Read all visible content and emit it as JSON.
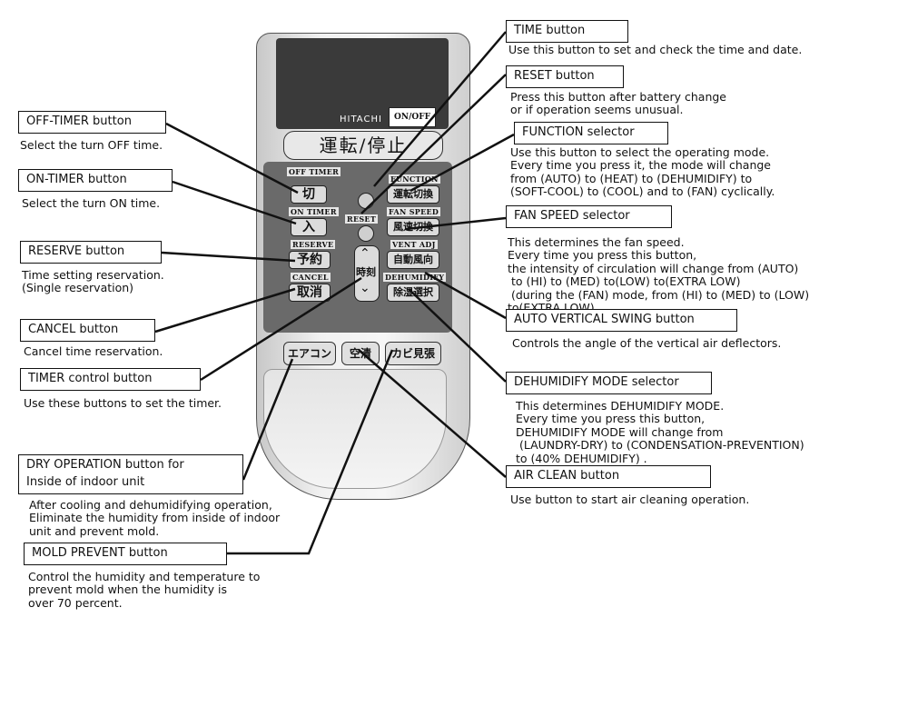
{
  "remote": {
    "brand": "HITACHI",
    "on_off": "ON/OFF",
    "run_stop": "運転/停止",
    "panel_labels": {
      "off_timer": "OFF TIMER",
      "on_timer": "ON TIMER",
      "reserve": "RESERVE",
      "cancel": "CANCEL",
      "function": "FUNCTION",
      "fan_speed": "FAN SPEED",
      "vent_adj": "VENT ADJ",
      "dehumidify": "DEHUMIDIFY",
      "reset": "RESET"
    },
    "buttons": {
      "off": "切",
      "on": "入",
      "reserve": "予約",
      "cancel": "取消",
      "time": "時刻",
      "function": "運転切換",
      "fan": "風速切換",
      "vent": "自動風向",
      "dehum": "除湿選択",
      "aircon": "エアコン",
      "clean": "空清",
      "mold": "カビ見張"
    }
  },
  "callouts": [
    {
      "label": "TIME button",
      "desc": "Use this button to set and check the time and date."
    },
    {
      "label": "RESET button",
      "desc": "Press this button after battery change\nor if operation seems unusual."
    },
    {
      "label": "FUNCTION selector",
      "desc": "Use this button to select the operating mode.\nEvery time you press it, the mode will change\nfrom (AUTO) to (HEAT) to (DEHUMIDIFY) to\n(SOFT-COOL) to (COOL) and to (FAN) cyclically."
    },
    {
      "label": "FAN SPEED selector",
      "desc": "This determines the fan speed.\nEvery time you press this button,\nthe intensity of circulation will change from (AUTO)\n to (HI) to (MED) to(LOW) to(EXTRA LOW)\n (during the (FAN) mode, from (HI) to (MED) to (LOW)\nto(EXTRA LOW)."
    },
    {
      "label": "AUTO VERTICAL SWING button",
      "desc": "Controls the angle of the vertical air deflectors."
    },
    {
      "label": "DEHUMIDIFY MODE selector",
      "desc": "This determines DEHUMIDIFY MODE.\nEvery time you press this button,\nDEHUMIDIFY MODE will change from\n (LAUNDRY-DRY) to (CONDENSATION-PREVENTION)\nto (40% DEHUMIDIFY) ."
    },
    {
      "label": "AIR CLEAN button",
      "desc": "Use button to start air cleaning operation."
    },
    {
      "label": "OFF-TIMER button",
      "desc": "Select the turn OFF time."
    },
    {
      "label": "ON-TIMER button",
      "desc": "Select the turn ON time."
    },
    {
      "label": "RESERVE button",
      "desc": "Time setting reservation.\n(Single reservation)"
    },
    {
      "label": "CANCEL button",
      "desc": "Cancel time reservation."
    },
    {
      "label": "TIMER  control button",
      "desc": "Use these buttons to set the timer."
    },
    {
      "label": "DRY OPERATION button for\nInside of indoor unit",
      "desc": "After cooling and dehumidifying operation,\nEliminate the humidity from inside of indoor\nunit and prevent mold."
    },
    {
      "label": "MOLD PREVENT button",
      "desc": "Control the humidity and temperature to\nprevent mold when the humidity is\nover 70 percent."
    }
  ]
}
